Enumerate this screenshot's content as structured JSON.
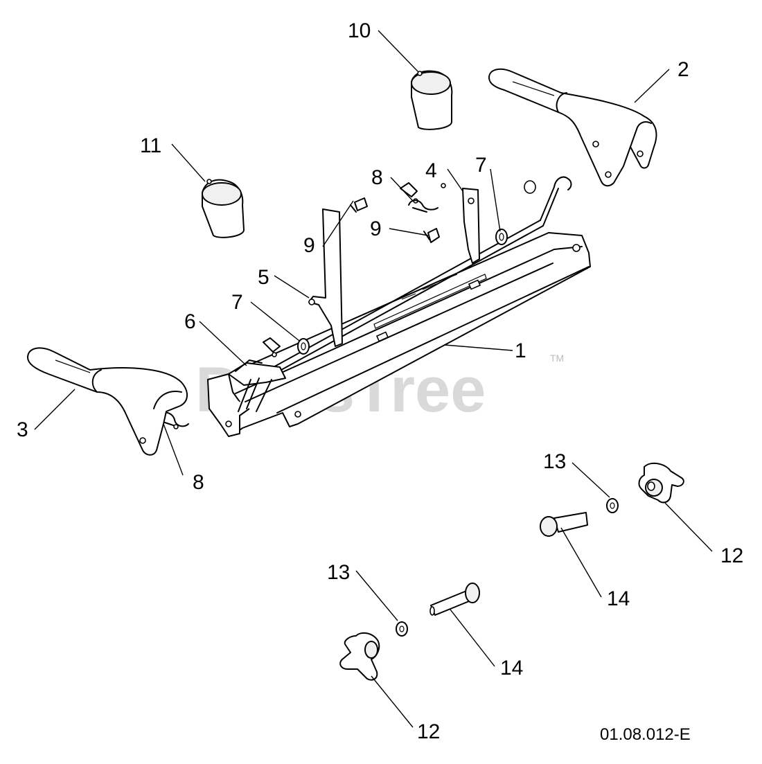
{
  "diagram": {
    "watermark": "PartsTree",
    "watermark_tm": "TM",
    "reference_code": "01.08.012-E",
    "callouts": {
      "c1": "1",
      "c2": "2",
      "c3": "3",
      "c4": "4",
      "c5": "5",
      "c6": "6",
      "c7a": "7",
      "c7b": "7",
      "c8a": "8",
      "c8b": "8",
      "c9a": "9",
      "c9b": "9",
      "c10": "10",
      "c11": "11",
      "c12a": "12",
      "c12b": "12",
      "c13a": "13",
      "c13b": "13",
      "c14a": "14",
      "c14b": "14"
    }
  }
}
